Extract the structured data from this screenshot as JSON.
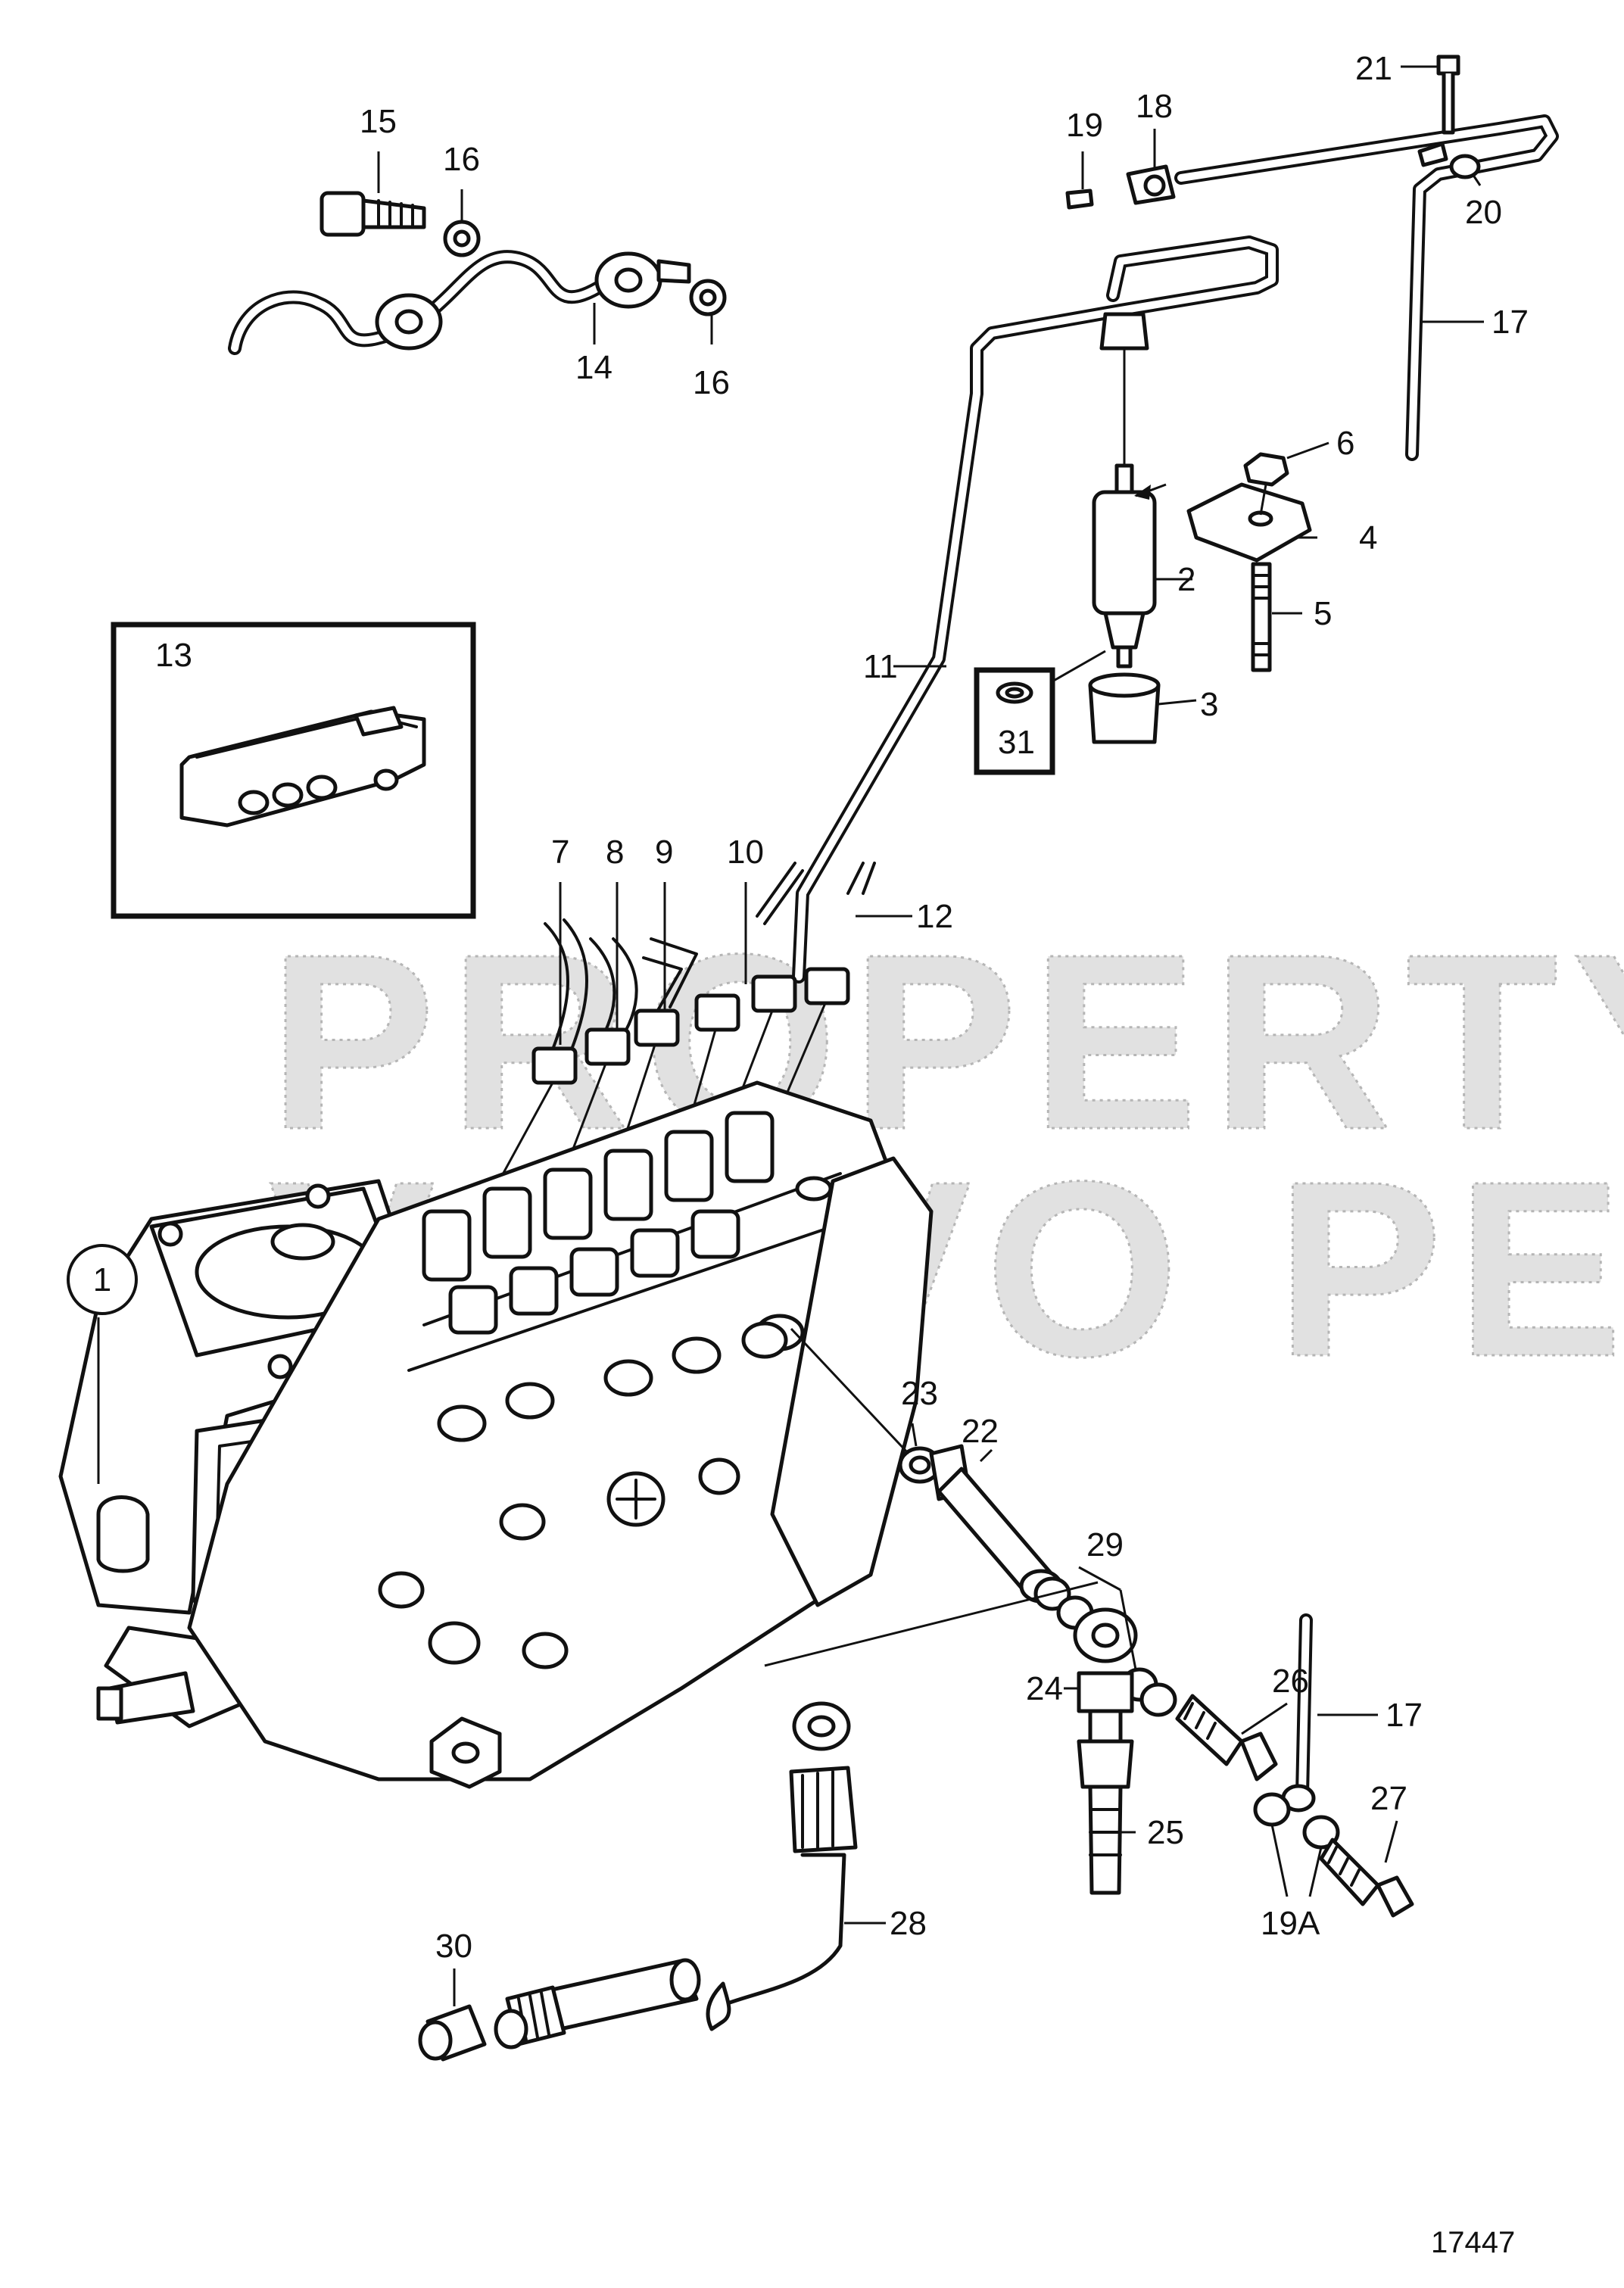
{
  "watermark": {
    "line1": "PROPERTY OF",
    "line2": "VOLVO PENTA"
  },
  "drawing_number": "17447",
  "callouts": {
    "c1": "1",
    "c2": "2",
    "c3": "3",
    "c4": "4",
    "c5": "5",
    "c6": "6",
    "c7": "7",
    "c8": "8",
    "c9": "9",
    "c10": "10",
    "c11": "11",
    "c12": "12",
    "c13": "13",
    "c14": "14",
    "c15": "15",
    "c16a": "16",
    "c16b": "16",
    "c17a": "17",
    "c17b": "17",
    "c18": "18",
    "c19": "19",
    "c19a": "19A",
    "c20": "20",
    "c21": "21",
    "c22": "22",
    "c23": "23",
    "c24": "24",
    "c25": "25",
    "c26": "26",
    "c27": "27",
    "c28": "28",
    "c29": "29",
    "c30": "30",
    "c31": "31"
  }
}
